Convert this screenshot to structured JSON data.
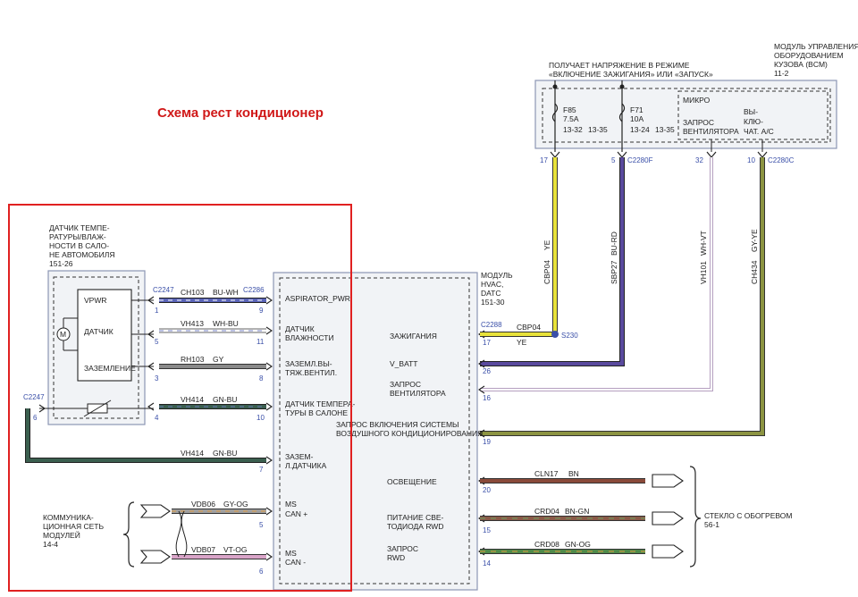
{
  "title": "Схема рест кондиционер",
  "bcm": {
    "header": [
      "МОДУЛЬ УПРАВЛЕНИЯ",
      "ОБОРУДОВАНИЕМ",
      "КУЗОВА (BCM)",
      "11-2"
    ],
    "power_note": [
      "ПОЛУЧАЕТ НАПРЯЖЕНИЕ В РЕЖИМЕ",
      "«ВКЛЮЧЕНИЕ ЗАЖИГАНИЯ» ИЛИ «ЗАПУСК»"
    ],
    "fuse1": [
      "F85",
      "7.5A",
      "13-32",
      "13-35"
    ],
    "fuse2": [
      "F71",
      "10A",
      "13-24",
      "13-35"
    ],
    "micro": "МИКРО",
    "fan_request": [
      "ЗАПРОС",
      "ВЕНТИЛЯТОРА"
    ],
    "ac_off": [
      "ВЫ-",
      "КЛЮ-",
      "ЧАТ. А/С"
    ],
    "pins": [
      "17",
      "5",
      "32",
      "10"
    ],
    "connectors": [
      "C2280F",
      "C2280C"
    ]
  },
  "vertical_wires": [
    {
      "circuit": "CBP04",
      "color": "YE"
    },
    {
      "circuit": "SBP27",
      "color": "BU-RD"
    },
    {
      "circuit": "VH101",
      "color": "WH-VT"
    },
    {
      "circuit": "CH434",
      "color": "GY-YE"
    }
  ],
  "sensor": {
    "label": [
      "ДАТЧИК ТЕМПЕ-",
      "РАТУРЫ/ВЛАЖ-",
      "НОСТИ В САЛО-",
      "НЕ АВТОМОБИЛЯ",
      "151-26"
    ],
    "vpwr": "VPWR",
    "sensor_text": "ДАТЧИК",
    "ground": "ЗАЗЕМЛЕНИЕ",
    "motor": "M",
    "pins": [
      "1",
      "5",
      "3",
      "4",
      "6"
    ],
    "connector": "C2247",
    "connector2": "C2247"
  },
  "module": {
    "label": [
      "МОДУЛЬ",
      "HVAC,",
      "DATC",
      "151-30"
    ],
    "connector_left": "C2286",
    "connector_right": "C2288",
    "left_pins": [
      {
        "pin": "9",
        "label": [
          "ASPIRATOR_PWR"
        ]
      },
      {
        "pin": "11",
        "label": [
          "ДАТЧИК",
          "ВЛАЖНОСТИ"
        ]
      },
      {
        "pin": "8",
        "label": [
          "ЗАЗЕМЛ.ВЫ-",
          "ТЯЖ.ВЕНТИЛ."
        ]
      },
      {
        "pin": "10",
        "label": [
          "ДАТЧИК ТЕМПЕРА-",
          "ТУРЫ В САЛОНЕ"
        ]
      },
      {
        "pin": "7",
        "label": [
          "ЗАЗЕМ-",
          "Л.ДАТЧИКА"
        ]
      },
      {
        "pin": "5",
        "label": [
          "MS",
          "CAN +"
        ]
      },
      {
        "pin": "6",
        "label": [
          "MS",
          "CAN -"
        ]
      }
    ],
    "right_pins": [
      {
        "pin": "17",
        "label": [
          "ЗАЖИГАНИЯ"
        ]
      },
      {
        "pin": "26",
        "label": [
          "V_BATT"
        ]
      },
      {
        "pin": "16",
        "label": [
          "ЗАПРОС",
          "ВЕНТИЛЯТОРА"
        ]
      },
      {
        "pin": "19",
        "label": [
          "ЗАПРОС ВКЛЮЧЕНИЯ СИСТЕМЫ",
          "ВОЗДУШНОГО КОНДИЦИОНИРОВАНИЯ"
        ]
      },
      {
        "pin": "20",
        "label": [
          "ОСВЕЩЕНИЕ"
        ]
      },
      {
        "pin": "15",
        "label": [
          "ПИТАНИЕ СВЕ-",
          "ТОДИОДА RWD"
        ]
      },
      {
        "pin": "14",
        "label": [
          "ЗАПРОС",
          "RWD"
        ]
      }
    ]
  },
  "left_wires": [
    {
      "circuit": "CH103",
      "color": "BU-WH"
    },
    {
      "circuit": "VH413",
      "color": "WH-BU"
    },
    {
      "circuit": "RH103",
      "color": "GY"
    },
    {
      "circuit": "VH414",
      "color": "GN-BU"
    },
    {
      "circuit": "VH414",
      "color": "GN-BU"
    },
    {
      "circuit": "VDB06",
      "color": "GY-OG"
    },
    {
      "circuit": "VDB07",
      "color": "VT-OG"
    }
  ],
  "right_wires": [
    {
      "circuit": "CBP04",
      "color": "YE"
    },
    {
      "circuit": "CLN17",
      "color": "BN"
    },
    {
      "circuit": "CRD04",
      "color": "BN-GN"
    },
    {
      "circuit": "CRD08",
      "color": "GN-OG"
    }
  ],
  "splice": "S230",
  "comm_network": [
    "КОММУНИКА-",
    "ЦИОННАЯ СЕТЬ",
    "МОДУЛЕЙ",
    "14-4"
  ],
  "heated_glass": [
    "СТЕКЛО С ОБОГРЕВОМ",
    "56-1"
  ],
  "colors": {
    "yellow": "#e8e23a",
    "blue_red": "#4a3d8f",
    "green_yellow": "#7f8a3a",
    "green_blue": "#3b5f4f",
    "brown": "#8a4a3a",
    "highlight": "#e02020"
  }
}
